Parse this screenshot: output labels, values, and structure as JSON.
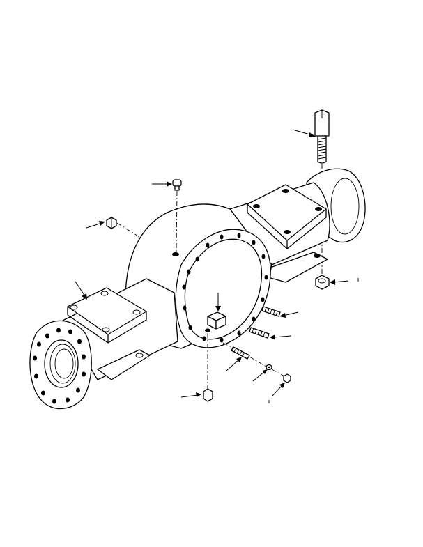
{
  "figure": {
    "type": "exploded-parts-view",
    "subject": "axle-housing",
    "callout_count": 11
  },
  "colors": {
    "line": "#000000",
    "background": "#ffffff"
  }
}
